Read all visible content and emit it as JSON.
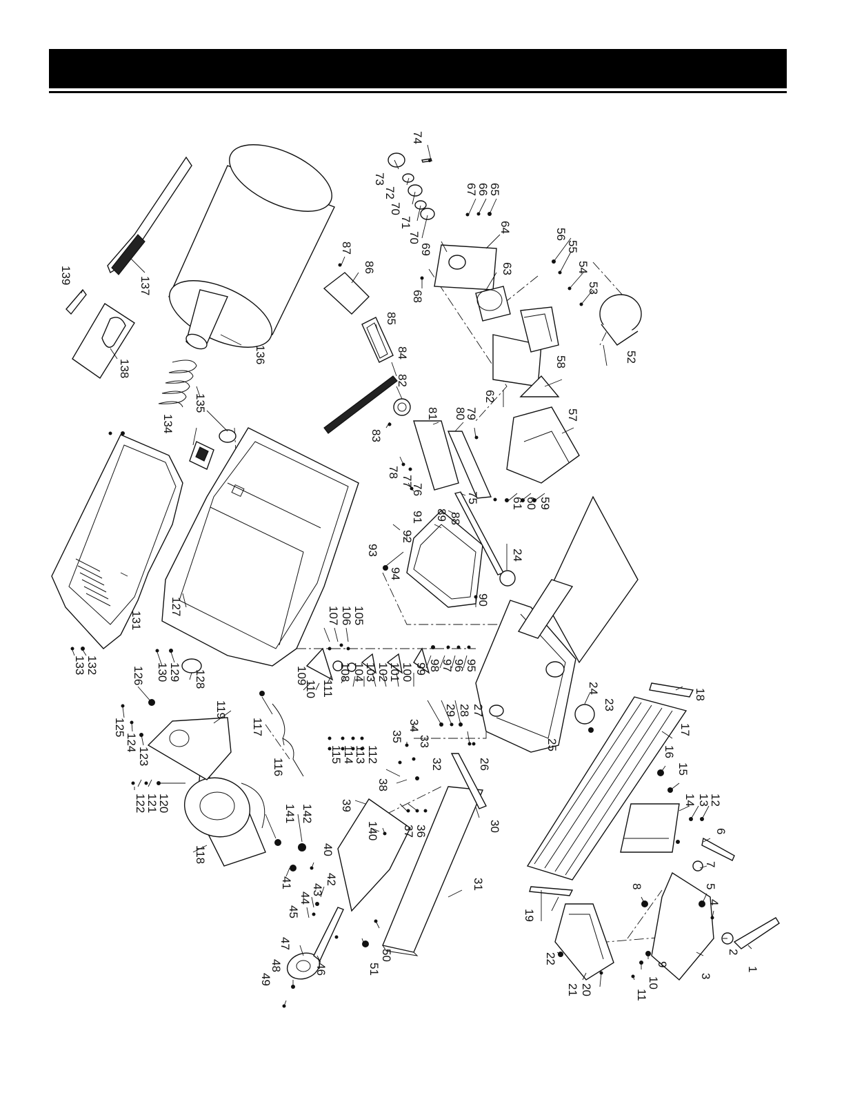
{
  "header": {
    "title": ""
  },
  "callouts": [
    "1",
    "2",
    "3",
    "4",
    "5",
    "6",
    "7",
    "8",
    "9",
    "10",
    "11",
    "12",
    "13",
    "14",
    "15",
    "16",
    "17",
    "18",
    "19",
    "20",
    "21",
    "22",
    "23",
    "24",
    "24",
    "25",
    "26",
    "27",
    "28",
    "29",
    "30",
    "31",
    "32",
    "33",
    "34",
    "35",
    "36",
    "37",
    "38",
    "39",
    "40",
    "41",
    "42",
    "43",
    "44",
    "45",
    "46",
    "47",
    "48",
    "49",
    "50",
    "51",
    "52",
    "53",
    "54",
    "55",
    "56",
    "57",
    "58",
    "59",
    "60",
    "61",
    "62",
    "63",
    "64",
    "65",
    "66",
    "67",
    "68",
    "69",
    "70",
    "70",
    "71",
    "72",
    "73",
    "74",
    "75",
    "76",
    "77",
    "78",
    "79",
    "80",
    "81",
    "82",
    "83",
    "84",
    "85",
    "86",
    "87",
    "88",
    "89",
    "90",
    "91",
    "92",
    "93",
    "94",
    "95",
    "96",
    "97",
    "98",
    "99",
    "100",
    "101",
    "102",
    "103",
    "104",
    "105",
    "106",
    "107",
    "108",
    "109",
    "110",
    "111",
    "112",
    "113",
    "114",
    "115",
    "116",
    "117",
    "118",
    "119",
    "120",
    "121",
    "122",
    "123",
    "124",
    "125",
    "126",
    "127",
    "128",
    "129",
    "130",
    "131",
    "132",
    "133",
    "134",
    "135",
    "136",
    "137",
    "138",
    "139",
    "140",
    "141",
    "142"
  ]
}
